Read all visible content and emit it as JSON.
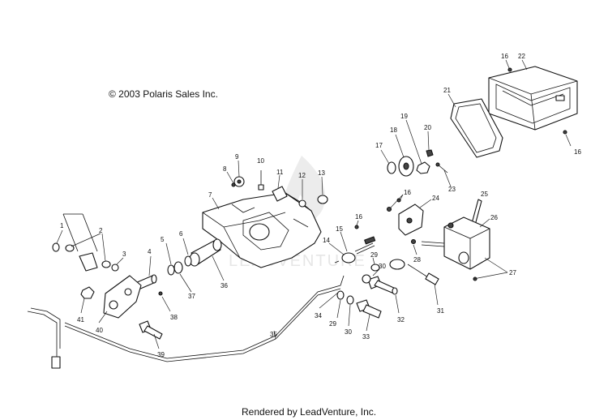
{
  "copyright": "© 2003 Polaris Sales Inc.",
  "footer": "Rendered by LeadVenture, Inc.",
  "watermark": "LEADVENTURE",
  "callouts": [
    "1",
    "2",
    "3",
    "4",
    "5",
    "6",
    "7",
    "8",
    "9",
    "10",
    "11",
    "12",
    "13",
    "14",
    "15",
    "16",
    "16",
    "16",
    "16",
    "17",
    "18",
    "19",
    "20",
    "21",
    "22",
    "23",
    "24",
    "25",
    "26",
    "27",
    "28",
    "29",
    "29",
    "30",
    "30",
    "31",
    "32",
    "33",
    "34",
    "35",
    "36",
    "37",
    "38",
    "39",
    "40",
    "41"
  ]
}
